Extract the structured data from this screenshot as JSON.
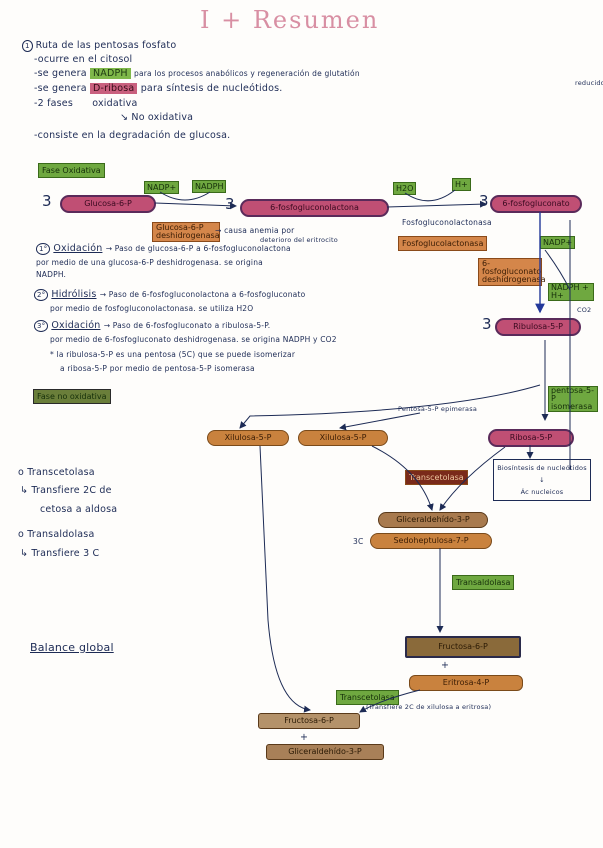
{
  "title": "I + Resumen",
  "intro": {
    "heading_num": "1",
    "heading": "Ruta de las pentosas fosfato",
    "b1": "-ocurre en el citosol",
    "b2_pre": "-se genera",
    "b2_hl": "NADPH",
    "b2_post": "para los procesos anabólicos y regeneración de glutatión",
    "b2_tail": "reducido",
    "b3_pre": "-se genera",
    "b3_hl": "D-ribosa",
    "b3_post": "para síntesis de nucleótidos.",
    "b4": "-2 fases",
    "b4a": "oxidativa",
    "b4b": "No oxidativa",
    "b5": "-consiste en la degradación de glucosa."
  },
  "ox": {
    "phase_label": "Fase Oxidativa",
    "nadp": "NADP+",
    "nadph": "NADPH",
    "h2o": "H2O",
    "hplus": "H+",
    "three1": "3",
    "three2": "3",
    "three3": "3",
    "three4": "3",
    "glucosa6p": "Glucosa-6-P",
    "pgl": "6-fosfogluconolactona",
    "pg": "6-fosfogluconato",
    "enz1": "Glucosa-6-P deshidrogenasa",
    "causa": "causa anemia por",
    "deterioro": "deterioro del eritrocito",
    "enz2": "Fosfogluconolactonasa",
    "enz2b": "Fosfoglucolactonasa",
    "enz3": "6-fosfogluconato deshidrogenasa",
    "nadp2": "NADP+",
    "nadph2": "NADPH + H+",
    "co2": "CO2",
    "ribulosa": "Ribulosa-5-P"
  },
  "steps": {
    "s1_num": "1°",
    "s1_head": "Oxidación",
    "s1_l1": "→ Paso de glucosa-6-P a 6-fosfogluconolactona",
    "s1_l2": "por medio de una glucosa-6-P deshidrogenasa. se origina",
    "s1_l3": "NADPH.",
    "s2_num": "2°",
    "s2_head": "Hidrólisis",
    "s2_l1": "→ Paso de 6-fosfogluconolactona a 6-fosfogluconato",
    "s2_l2": "por medio de fosfogluconolactonasa. se utiliza H2O",
    "s3_num": "3°",
    "s3_head": "Oxidación",
    "s3_l1": "→ Paso de 6-fosfogluconato a ribulosa-5-P.",
    "s3_l2": "por medio de 6-fosfogluconato deshidrogenasa. se origina NADPH y CO2",
    "note_l1": "* la ribulosa-5-P es una pentosa (5C) que se puede isomerizar",
    "note_l2": "a ribosa-5-P por medio de pentosa-5-P isomerasa"
  },
  "nonox": {
    "phase_label": "Fase no oxidativa",
    "epimerasa": "Pentosa-5-P epimerasa",
    "isomerasa": "pentosa-5-P isomerasa",
    "xilulosa1": "Xilulosa-5-P",
    "xilulosa2": "Xilulosa-5-P",
    "ribosa": "Ribosa-5-P",
    "transcetolasa1": "Transcetolasa",
    "biosintesis": "Biosíntesis de nucleótidos",
    "acnucleicos": "Ác nucleicos",
    "gliceraldehido1": "Gliceraldehído-3-P",
    "sedoheptulosa": "Sedoheptulosa-7-P",
    "three3c": "3C",
    "transaldolasa": "Transaldolasa",
    "fructosa1": "Fructosa-6-P",
    "eritrosa": "Eritrosa-4-P",
    "plus1": "+",
    "transcetolasa2": "Transcetolasa",
    "transfiere": "(Transfiere 2C de xilulosa a eritrosa)",
    "fructosa2": "Fructosa-6-P",
    "plus2": "+",
    "gliceraldehido2": "Gliceraldehído-3-P"
  },
  "left_notes": {
    "tc_title": "o Transcetolasa",
    "tc_l1": "↳ Transfiere 2C de",
    "tc_l2": "cetosa a aldosa",
    "ta_title": "o Transaldolasa",
    "ta_l1": "↳ Transfiere 3 C",
    "balance": "Balance global"
  }
}
